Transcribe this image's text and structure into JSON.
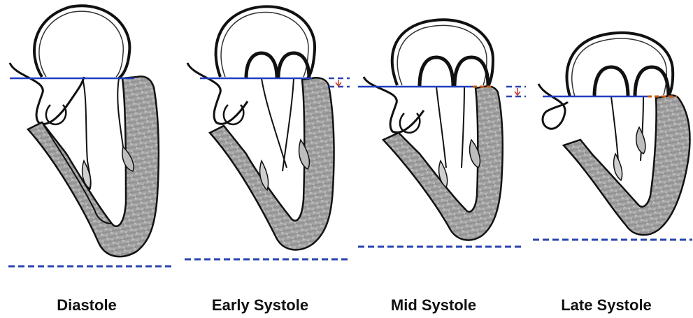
{
  "panels": [
    {
      "label": "Diastole"
    },
    {
      "label": "Early Systole"
    },
    {
      "label": "Mid Systole"
    },
    {
      "label": "Late Systole"
    }
  ],
  "colors": {
    "annulus_line": "#1f3fbf",
    "apex_dashed_line": "#2a44b0",
    "displacement_marker": "#c85a14",
    "arrow": "#c0392b",
    "myocardium": "#9a9a9a",
    "outline": "#111111"
  }
}
